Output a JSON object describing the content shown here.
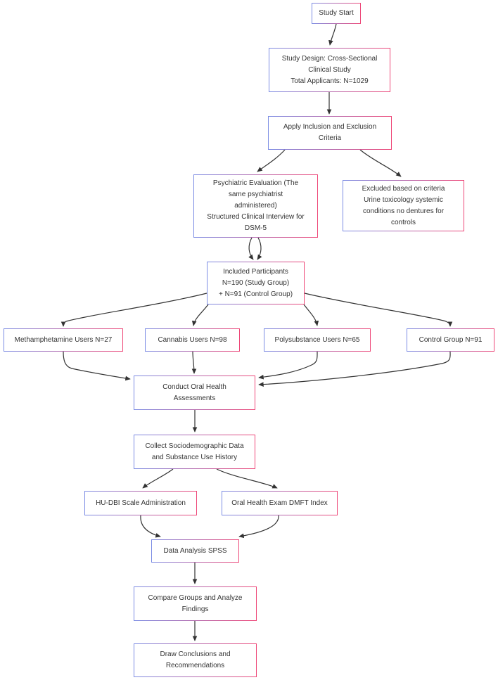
{
  "diagram": {
    "type": "flowchart",
    "nodes": {
      "study_start": {
        "label": "Study Start"
      },
      "study_design": {
        "label": "Study Design: Cross-Sectional\nClinical Study\nTotal Applicants: N=1029"
      },
      "apply_criteria": {
        "label": "Apply Inclusion and Exclusion\nCriteria"
      },
      "psychiatric_evaluation": {
        "label": "Psychiatric Evaluation (The\nsame psychiatrist\nadministered)\nStructured Clinical Interview for\nDSM-5"
      },
      "excluded": {
        "label": "Excluded based on criteria\nUrine toxicology systemic\nconditions no dentures for\ncontrols"
      },
      "included_participants": {
        "label": "Included Participants\nN=190 (Study Group)\n+ N=91 (Control Group)"
      },
      "meth_users": {
        "label": "Methamphetamine Users N=27"
      },
      "cannabis_users": {
        "label": "Cannabis Users N=98"
      },
      "polysubstance_users": {
        "label": "Polysubstance Users N=65"
      },
      "control_group": {
        "label": "Control Group N=91"
      },
      "conduct_oral_health": {
        "label": "Conduct Oral Health\nAssessments"
      },
      "collect_sociodemographic": {
        "label": "Collect Sociodemographic Data\nand Substance Use History"
      },
      "hudbi_scale": {
        "label": "HU-DBI Scale Administration"
      },
      "dmft_index": {
        "label": "Oral Health Exam DMFT Index"
      },
      "data_analysis": {
        "label": "Data Analysis SPSS"
      },
      "compare_groups": {
        "label": "Compare Groups and Analyze\nFindings"
      },
      "draw_conclusions": {
        "label": "Draw Conclusions and\nRecommendations"
      }
    },
    "edges": [
      [
        "study_start",
        "study_design"
      ],
      [
        "study_design",
        "apply_criteria"
      ],
      [
        "apply_criteria",
        "psychiatric_evaluation"
      ],
      [
        "apply_criteria",
        "excluded"
      ],
      [
        "psychiatric_evaluation",
        "included_participants"
      ],
      [
        "psychiatric_evaluation",
        "included_participants"
      ],
      [
        "included_participants",
        "meth_users"
      ],
      [
        "included_participants",
        "cannabis_users"
      ],
      [
        "included_participants",
        "polysubstance_users"
      ],
      [
        "included_participants",
        "control_group"
      ],
      [
        "meth_users",
        "conduct_oral_health"
      ],
      [
        "cannabis_users",
        "conduct_oral_health"
      ],
      [
        "polysubstance_users",
        "conduct_oral_health"
      ],
      [
        "control_group",
        "conduct_oral_health"
      ],
      [
        "conduct_oral_health",
        "collect_sociodemographic"
      ],
      [
        "collect_sociodemographic",
        "hudbi_scale"
      ],
      [
        "collect_sociodemographic",
        "dmft_index"
      ],
      [
        "hudbi_scale",
        "data_analysis"
      ],
      [
        "dmft_index",
        "data_analysis"
      ],
      [
        "data_analysis",
        "compare_groups"
      ],
      [
        "compare_groups",
        "draw_conclusions"
      ]
    ]
  },
  "colors": {
    "border_left": "#7b8ce4",
    "border_right": "#ee4778",
    "edge": "#333333",
    "text": "#333333",
    "background": "#ffffff"
  }
}
